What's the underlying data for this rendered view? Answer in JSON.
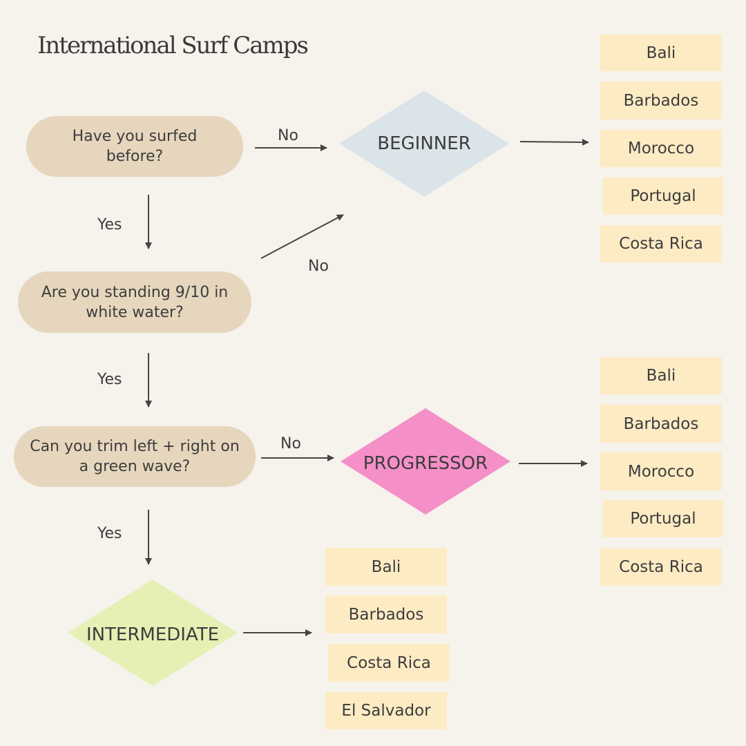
{
  "title": "International Surf Camps",
  "questions": {
    "q1": "Have you surfed before?",
    "q2": "Are you standing 9/10 in white water?",
    "q3": "Can you trim left + right on a green wave?"
  },
  "levels": {
    "beginner": "BEGINNER",
    "progressor": "PROGRESSOR",
    "intermediate": "INTERMEDIATE"
  },
  "edge_labels": {
    "q1_no": "No",
    "q1_yes": "Yes",
    "q2_no": "No",
    "q2_yes": "Yes",
    "q3_no": "No",
    "q3_yes": "Yes"
  },
  "destinations": {
    "beginner": [
      "Bali",
      "Barbados",
      "Morocco",
      "Portugal",
      "Costa Rica"
    ],
    "progressor": [
      "Bali",
      "Barbados",
      "Morocco",
      "Portugal",
      "Costa Rica"
    ],
    "intermediate": [
      "Bali",
      "Barbados",
      "Costa Rica",
      "El Salvador"
    ]
  },
  "colors": {
    "background": "#f6f2ec",
    "question_fill": "#e6d6bd",
    "destination_fill": "#fdebc4",
    "beginner_fill": "#dbe4e8",
    "progressor_fill": "#f58fc8",
    "intermediate_fill": "#e4f0b4",
    "arrow": "#444444"
  }
}
